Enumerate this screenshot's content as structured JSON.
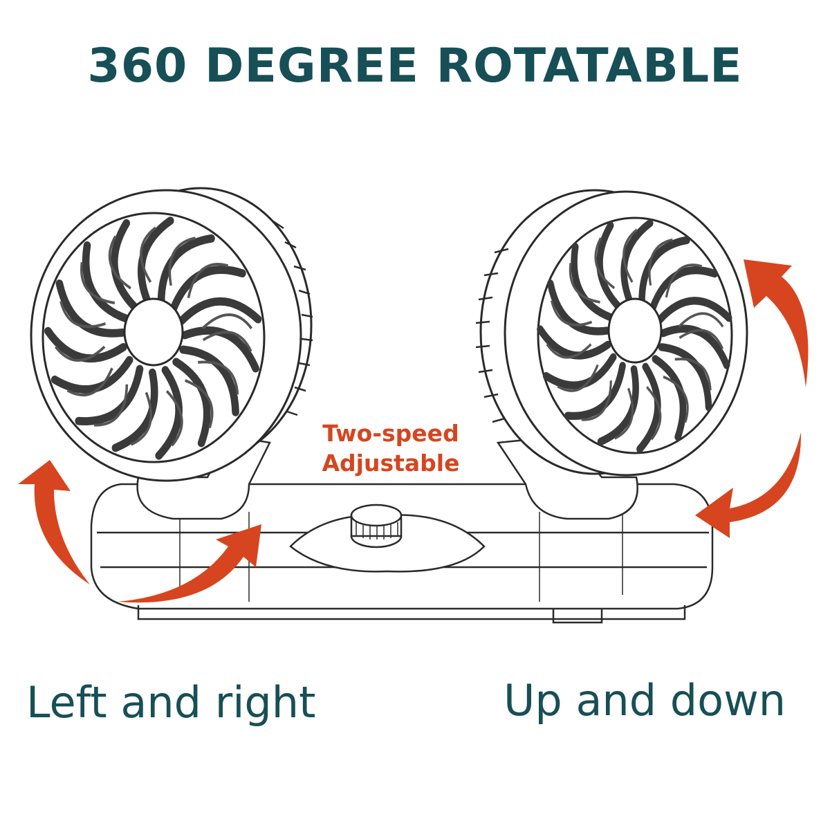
{
  "headline": "360 DEGREE ROTATABLE",
  "speed_label": {
    "line1": "Two-speed",
    "line2": "Adjustable"
  },
  "captions": {
    "left": "Left and right",
    "right": "Up and down"
  },
  "colors": {
    "headline": "#174f56",
    "accent": "#d6451f",
    "line": "#2a2a2a",
    "blade": "#3a3a3a"
  },
  "icons": [
    "dual-fan-illustration",
    "rotation-arrow-icon",
    "speed-knob-icon"
  ]
}
